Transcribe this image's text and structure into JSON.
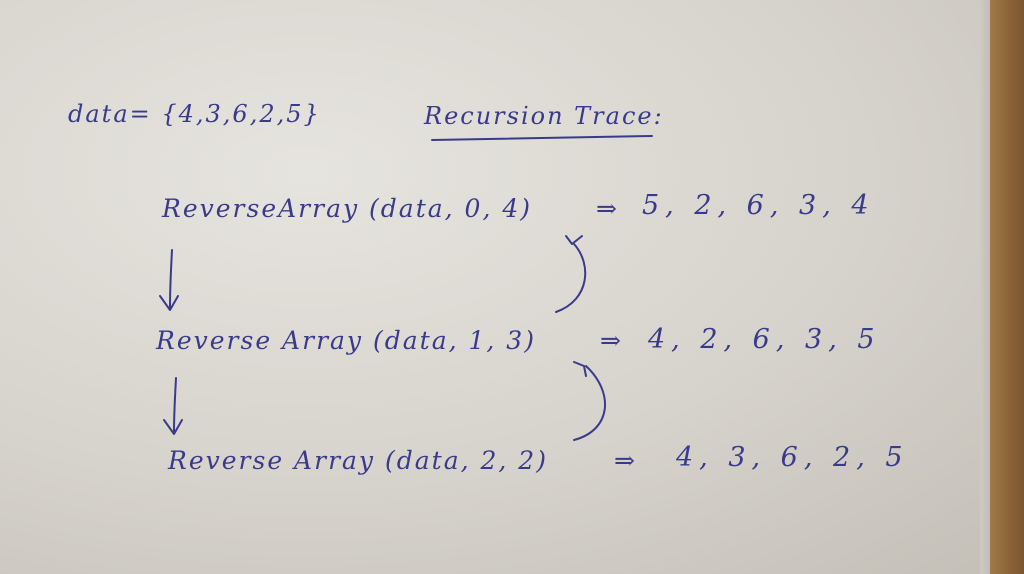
{
  "note": {
    "data_line": "data= {4,3,6,2,5}",
    "title": "Recursion Trace:",
    "calls": [
      {
        "call": "ReverseArray (data, 0, 4)",
        "arrow": "⇒",
        "result": "5, 2, 6, 3, 4"
      },
      {
        "call": "Reverse Array (data, 1, 3)",
        "arrow": "⇒",
        "result": "4, 2, 6, 3, 5"
      },
      {
        "call": "Reverse Array (data, 2, 2)",
        "arrow": "⇒",
        "result": "4, 3, 6, 2, 5"
      }
    ]
  },
  "colors": {
    "ink": "#3a3a8c",
    "paper": "#dddad4"
  }
}
